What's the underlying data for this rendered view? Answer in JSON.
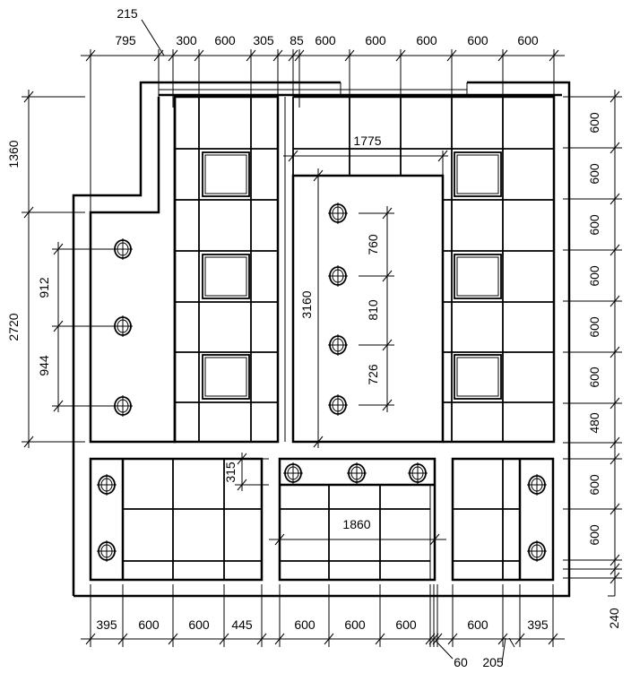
{
  "drawing": {
    "top_dims": [
      "795",
      "300",
      "600",
      "305",
      "85",
      "600",
      "600",
      "600",
      "600",
      "600"
    ],
    "top_leader": "215",
    "left_dims": [
      "1360",
      "2720"
    ],
    "left_inner_dims": [
      "912",
      "944"
    ],
    "right_dims": [
      "600",
      "600",
      "600",
      "600",
      "600",
      "600",
      "480",
      "600",
      "600"
    ],
    "right_leader": "240",
    "bottom_dims": [
      "395",
      "600",
      "600",
      "445",
      "600",
      "600",
      "600",
      "600",
      "395"
    ],
    "bottom_leaders": [
      "60",
      "205"
    ],
    "center": {
      "width": "1775",
      "height": "3160",
      "spacing": [
        "760",
        "810",
        "726"
      ],
      "strip": "315",
      "lower_width": "1860"
    }
  }
}
